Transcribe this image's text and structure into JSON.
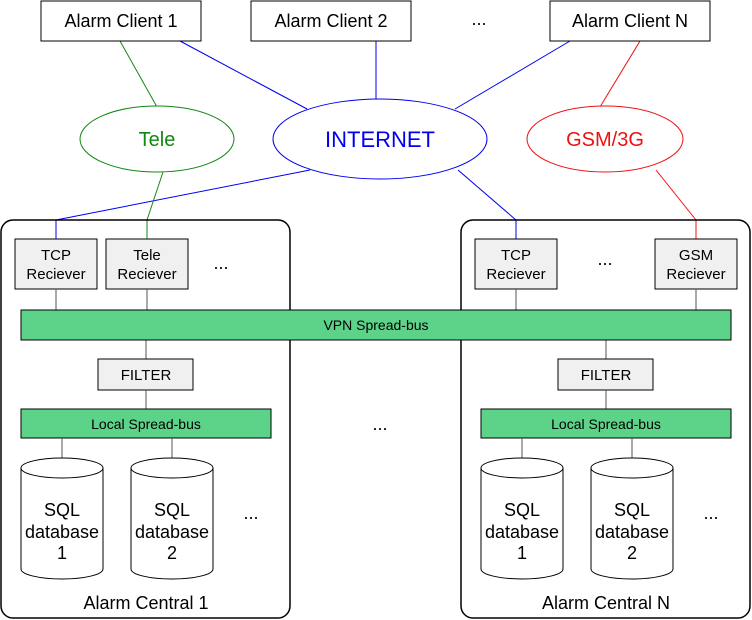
{
  "colors": {
    "internet": "#0000ee",
    "tele": "#118811",
    "gsm": "#ee1111",
    "bus": "#5dd38a",
    "receiver_fill": "#f0f0f0",
    "line": "#555555"
  },
  "clients": {
    "client1": "Alarm Client 1",
    "client2": "Alarm Client 2",
    "ellipsis": "...",
    "clientN": "Alarm Client N"
  },
  "networks": {
    "tele": "Tele",
    "internet": "INTERNET",
    "gsm": "GSM/3G"
  },
  "vpn_bus": "VPN Spread-bus",
  "middle_ellipsis": "...",
  "central1": {
    "title": "Alarm Central 1",
    "receivers": [
      {
        "line1": "TCP",
        "line2": "Reciever"
      },
      {
        "line1": "Tele",
        "line2": "Reciever"
      }
    ],
    "receiver_ellipsis": "...",
    "filter": "FILTER",
    "local_bus": "Local Spread-bus",
    "databases": [
      {
        "line1": "SQL",
        "line2": "database",
        "line3": "1"
      },
      {
        "line1": "SQL",
        "line2": "database",
        "line3": "2"
      }
    ],
    "db_ellipsis": "..."
  },
  "centralN": {
    "title": "Alarm Central N",
    "receivers": [
      {
        "line1": "TCP",
        "line2": "Reciever"
      },
      {
        "line1": "GSM",
        "line2": "Reciever"
      }
    ],
    "receiver_ellipsis": "...",
    "filter": "FILTER",
    "local_bus": "Local Spread-bus",
    "databases": [
      {
        "line1": "SQL",
        "line2": "database",
        "line3": "1"
      },
      {
        "line1": "SQL",
        "line2": "database",
        "line3": "2"
      }
    ],
    "db_ellipsis": "..."
  }
}
